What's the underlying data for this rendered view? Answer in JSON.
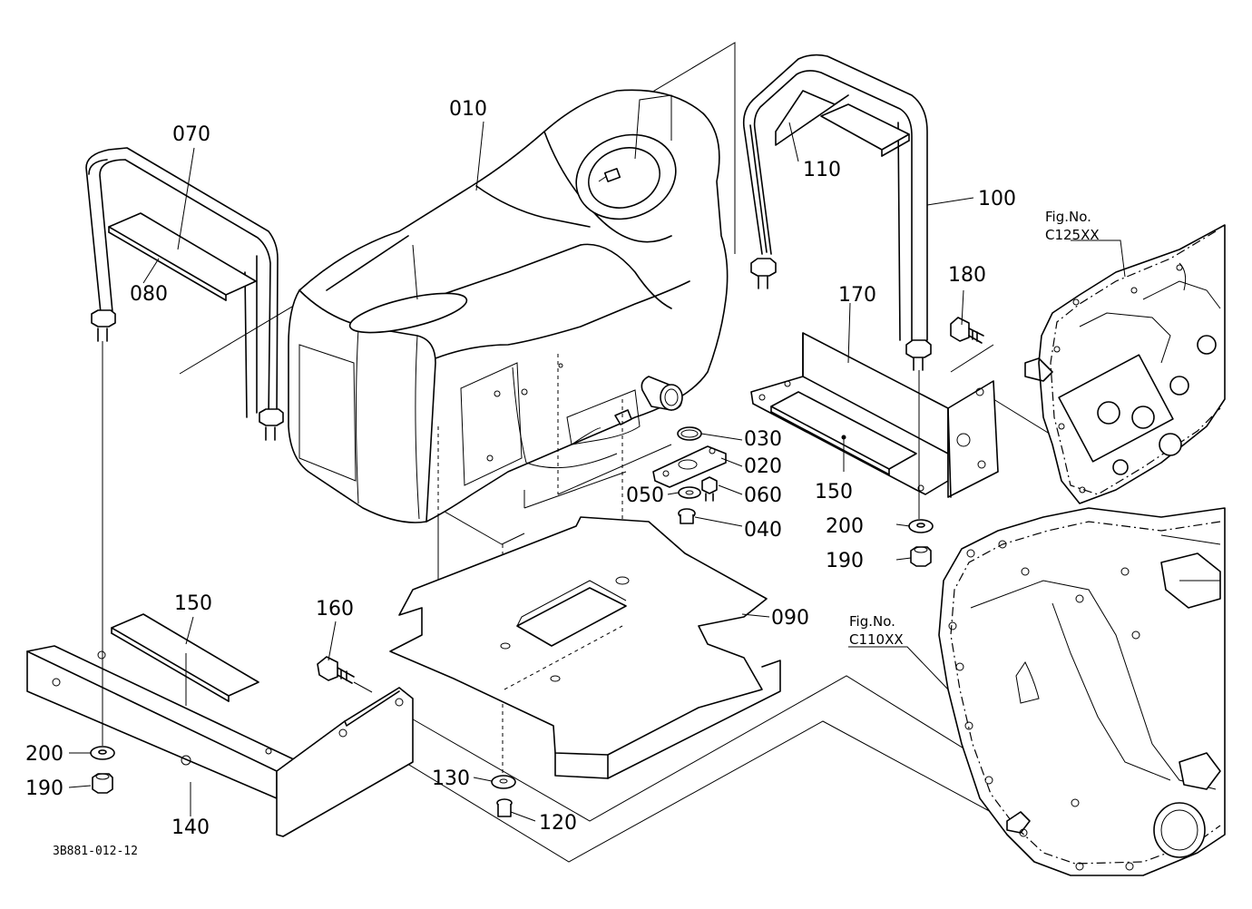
{
  "diagram_code": "3B881-012-12",
  "parts": {
    "p010": "010",
    "p020": "020",
    "p030": "030",
    "p040": "040",
    "p050": "050",
    "p060": "060",
    "p070": "070",
    "p080": "080",
    "p090": "090",
    "p100": "100",
    "p110": "110",
    "p120": "120",
    "p130": "130",
    "p140": "140",
    "p150_left": "150",
    "p150_right": "150",
    "p160": "160",
    "p170": "170",
    "p180": "180",
    "p190_left": "190",
    "p190_right": "190",
    "p200_left": "200",
    "p200_right": "200"
  },
  "fig_refs": {
    "upper_title": "Fig.No.",
    "upper_code": "C125XX",
    "lower_title": "Fig.No.",
    "lower_code": "C110XX"
  }
}
